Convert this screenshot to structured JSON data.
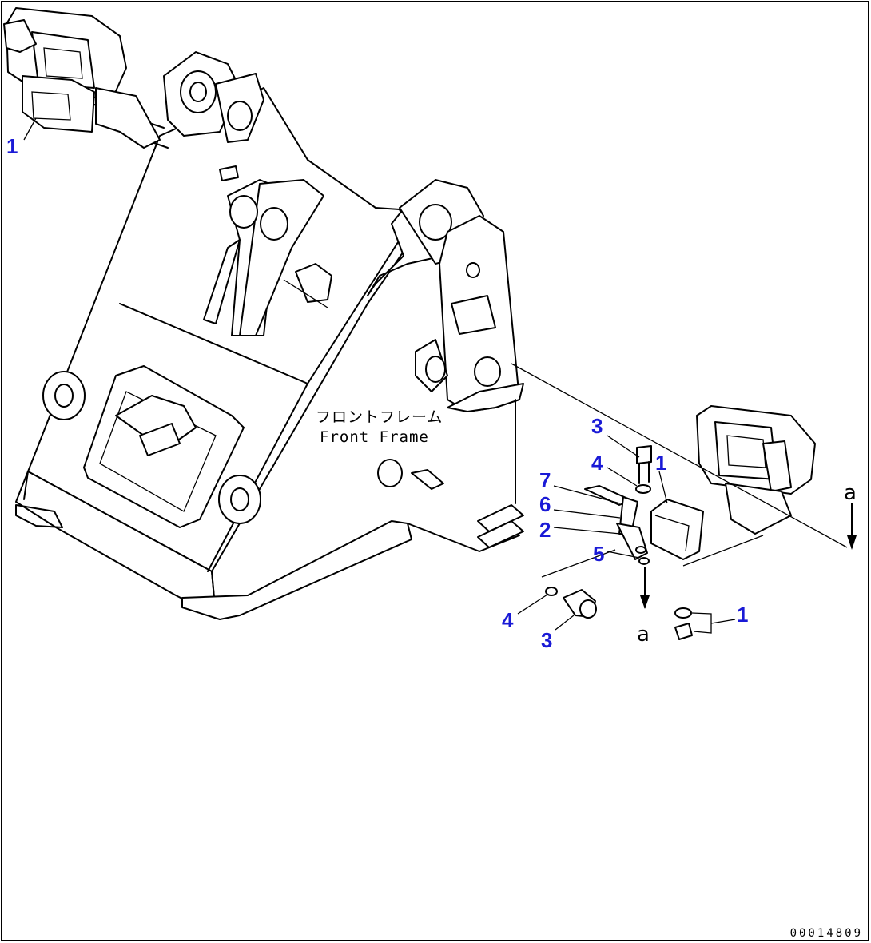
{
  "diagram": {
    "frame_label_jp": "フロントフレーム",
    "frame_label_en": "Front Frame",
    "document_id": "00014809",
    "reference_marks": [
      "a",
      "a"
    ],
    "callouts": [
      {
        "number": "1"
      },
      {
        "number": "3"
      },
      {
        "number": "4"
      },
      {
        "number": "1"
      },
      {
        "number": "7"
      },
      {
        "number": "6"
      },
      {
        "number": "2"
      },
      {
        "number": "5"
      },
      {
        "number": "4"
      },
      {
        "number": "3"
      },
      {
        "number": "1"
      }
    ]
  }
}
